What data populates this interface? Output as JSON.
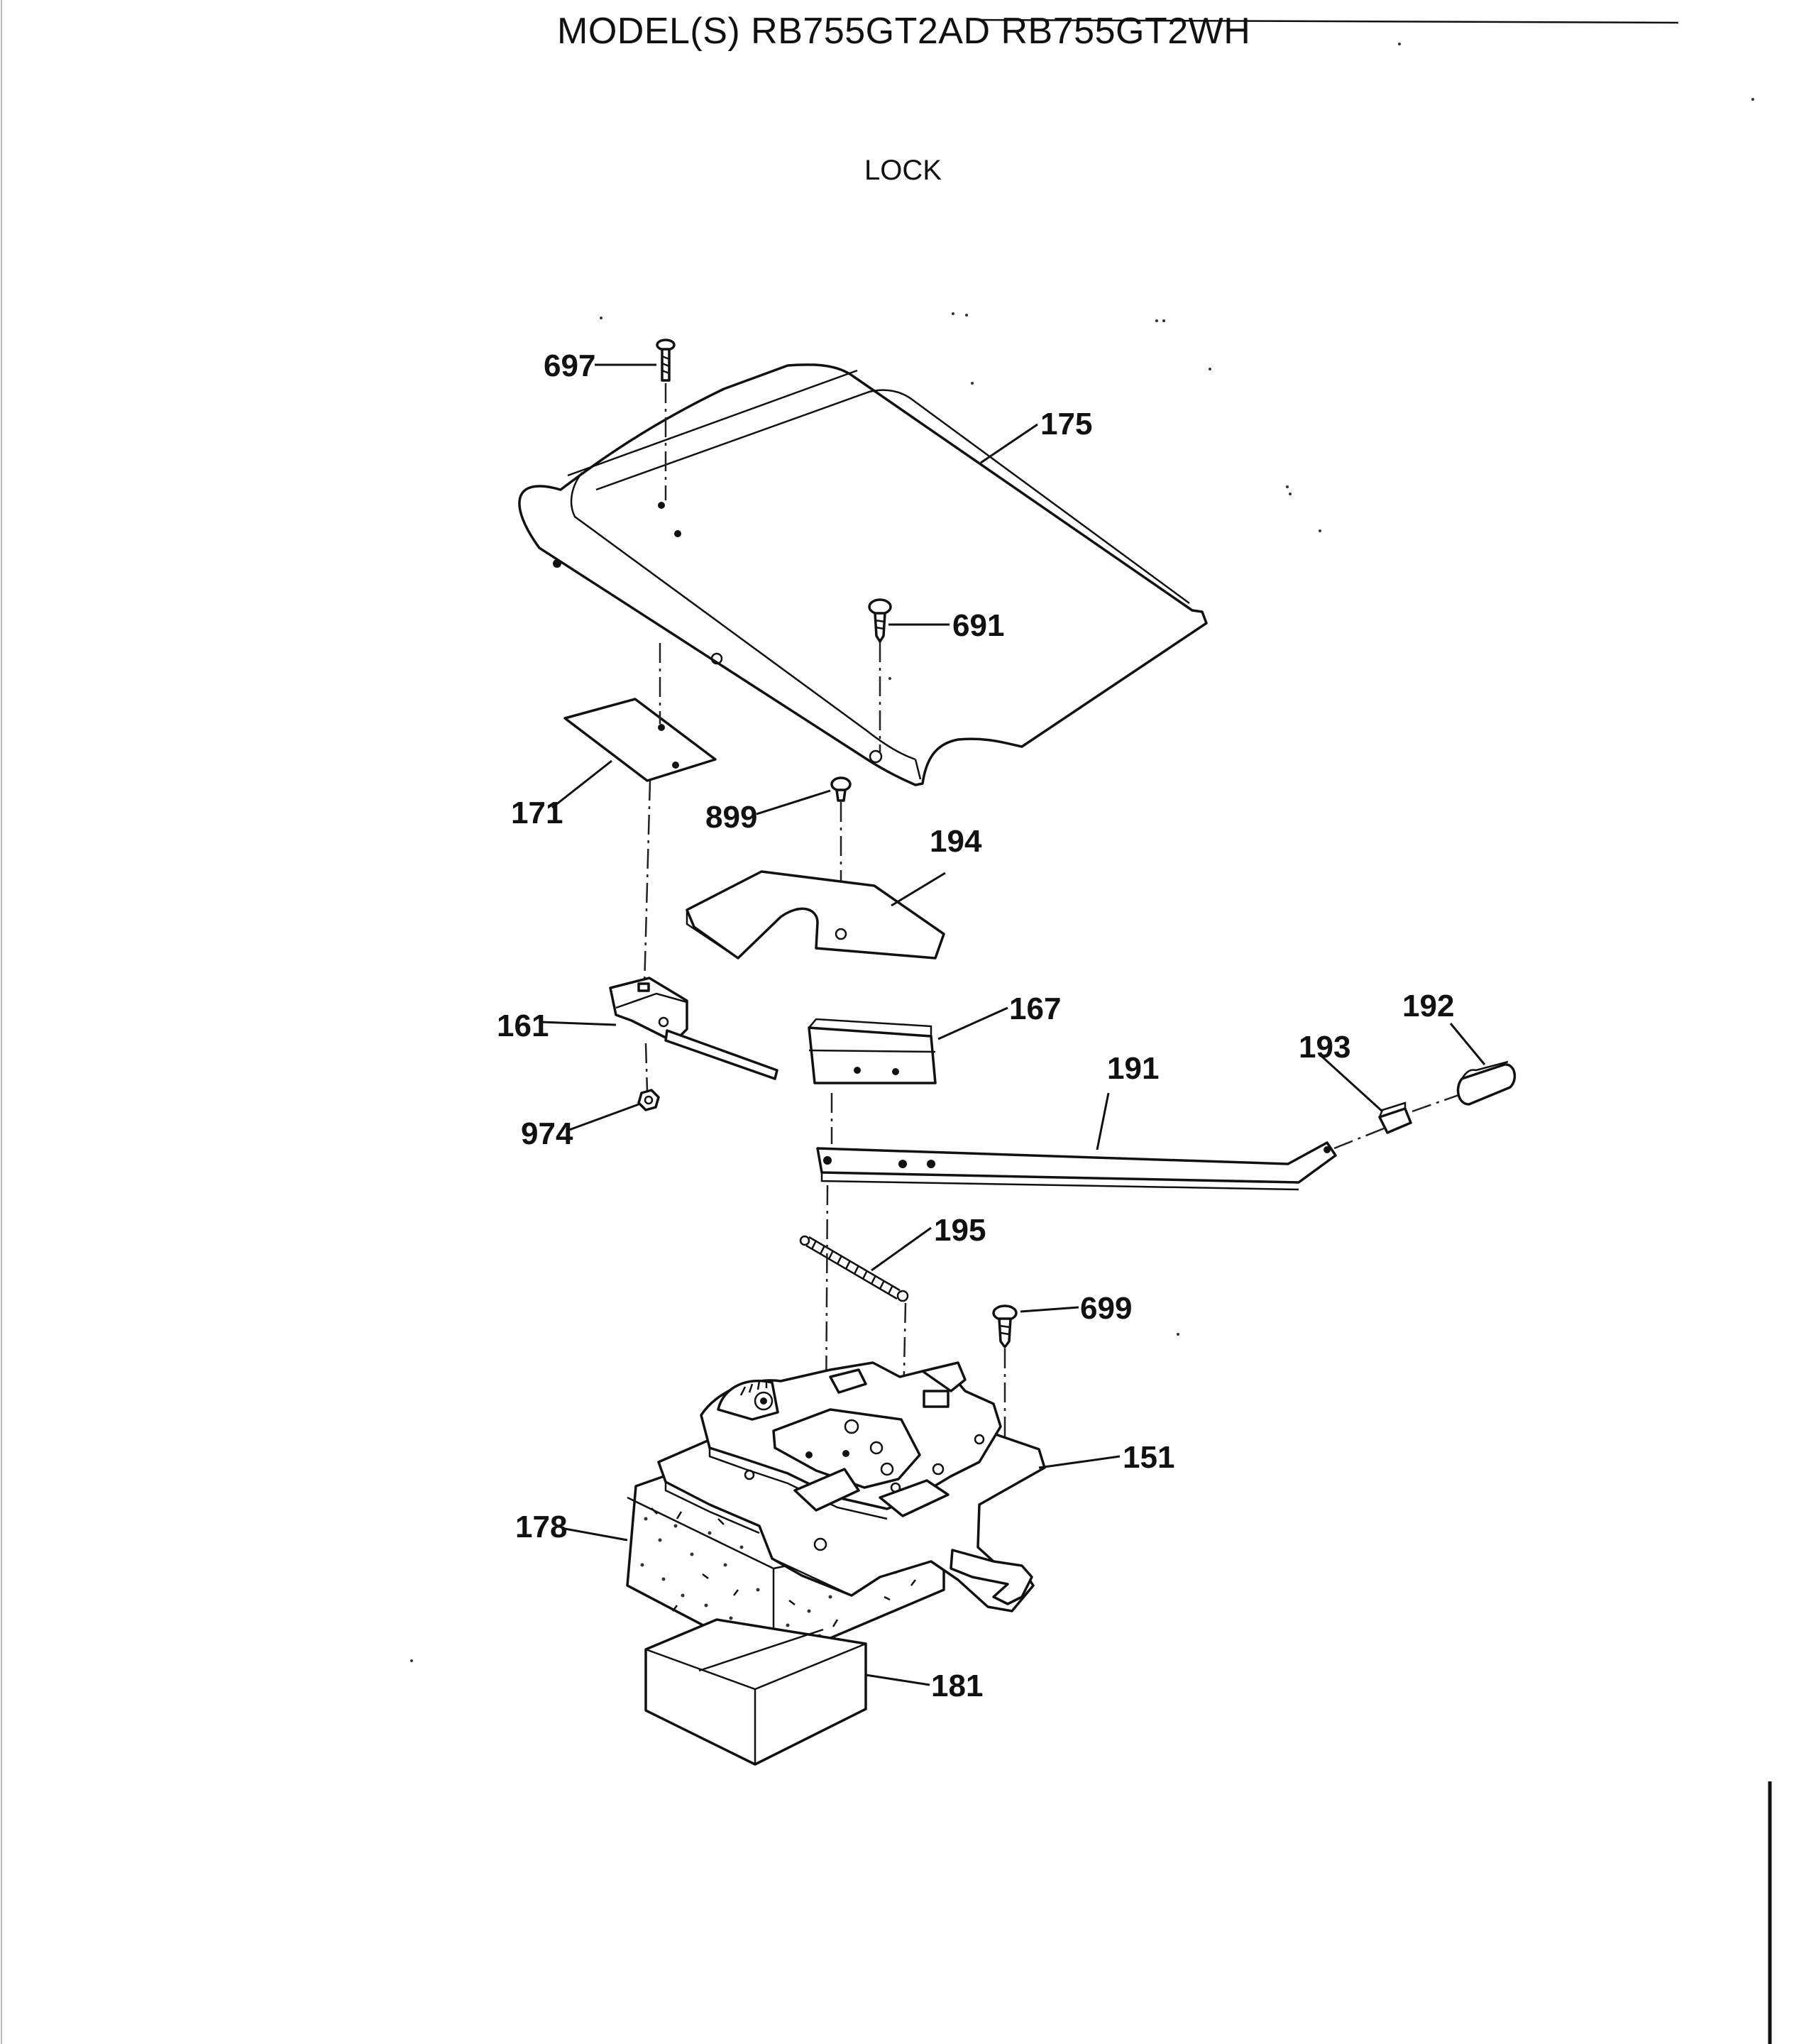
{
  "header": {
    "model_title": "MODEL(S) RB755GT2AD  RB755GT2WH",
    "section_title": "LOCK"
  },
  "callouts": {
    "p697": "697",
    "p175": "175",
    "p691": "691",
    "p171": "171",
    "p899": "899",
    "p194": "194",
    "p161": "161",
    "p167": "167",
    "p192": "192",
    "p193": "193",
    "p191": "191",
    "p974": "974",
    "p195": "195",
    "p699": "699",
    "p151": "151",
    "p178": "178",
    "p181": "181"
  }
}
